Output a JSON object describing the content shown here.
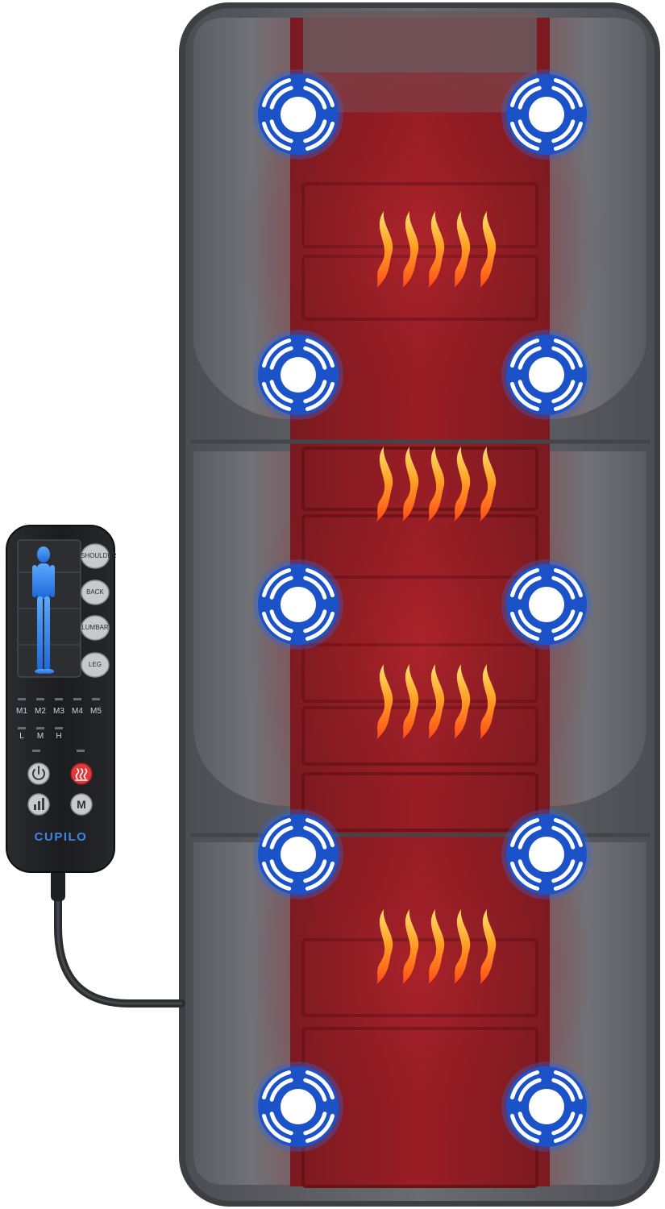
{
  "product": {
    "brand": "CUPILO",
    "zones": [
      "SHOULDER",
      "BACK",
      "LUMBAR",
      "LEG"
    ],
    "modes": [
      "M1",
      "M2",
      "M3",
      "M4",
      "M5"
    ],
    "levels": [
      "L",
      "M",
      "H"
    ],
    "buttons": {
      "power_icon": "power-icon",
      "heat_icon": "heat-icon",
      "intensity_icon": "intensity-icon",
      "mode": "M"
    },
    "colors": {
      "mat_gray": "#55575c",
      "mat_red": "#8c1b22",
      "vibration_blue": "#1e5bd6",
      "heat_orange": "#ff9a1f",
      "remote_body": "#1f2124",
      "heat_button": "#e03a3a"
    }
  }
}
